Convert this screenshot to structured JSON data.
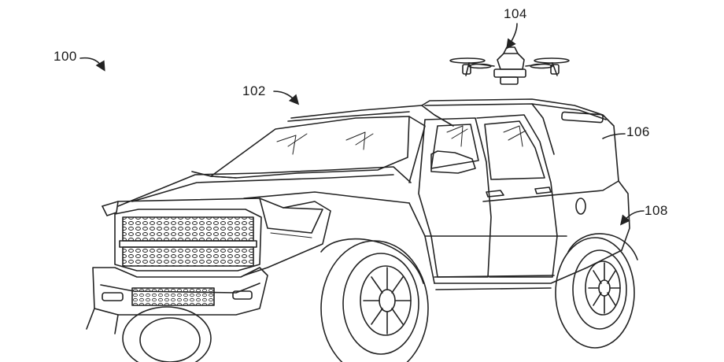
{
  "figure": {
    "references": {
      "vehicle_system": "100",
      "vehicle": "102",
      "drone": "104",
      "topper": "106",
      "truck_bed": "108"
    },
    "line_color": "#222222",
    "background_color": "#ffffff"
  }
}
